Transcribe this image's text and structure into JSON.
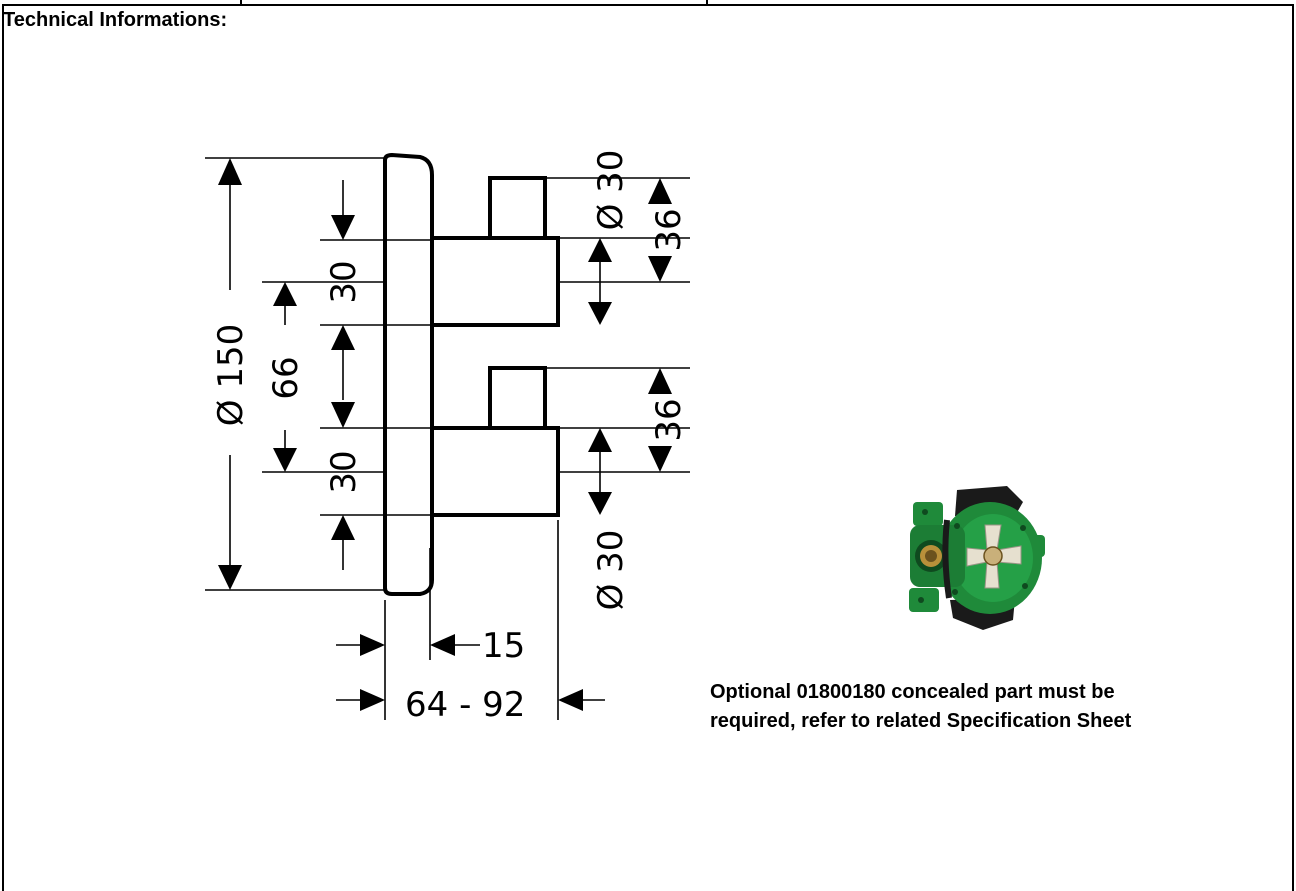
{
  "section": {
    "heading": "Technical Informations:"
  },
  "drawing": {
    "dims": {
      "plate_dia": "Ø 150",
      "spacing": "66",
      "upper_offset": "30",
      "lower_offset": "30",
      "upper_handle_dia": "Ø 30",
      "lower_handle_dia": "Ø 30",
      "upper_handle_len": "36",
      "lower_handle_len": "36",
      "plate_depth": "15",
      "install_depth": "64 - 92"
    }
  },
  "product_image": {
    "icon": "concealed-part-photo-icon",
    "colors": {
      "body": "#1f8a3a",
      "frame": "#1a1a1a",
      "brass": "#b8903a"
    }
  },
  "note": {
    "line1": "Optional 01800180 concealed part must be",
    "line2": "required, refer to related Specification Sheet"
  }
}
